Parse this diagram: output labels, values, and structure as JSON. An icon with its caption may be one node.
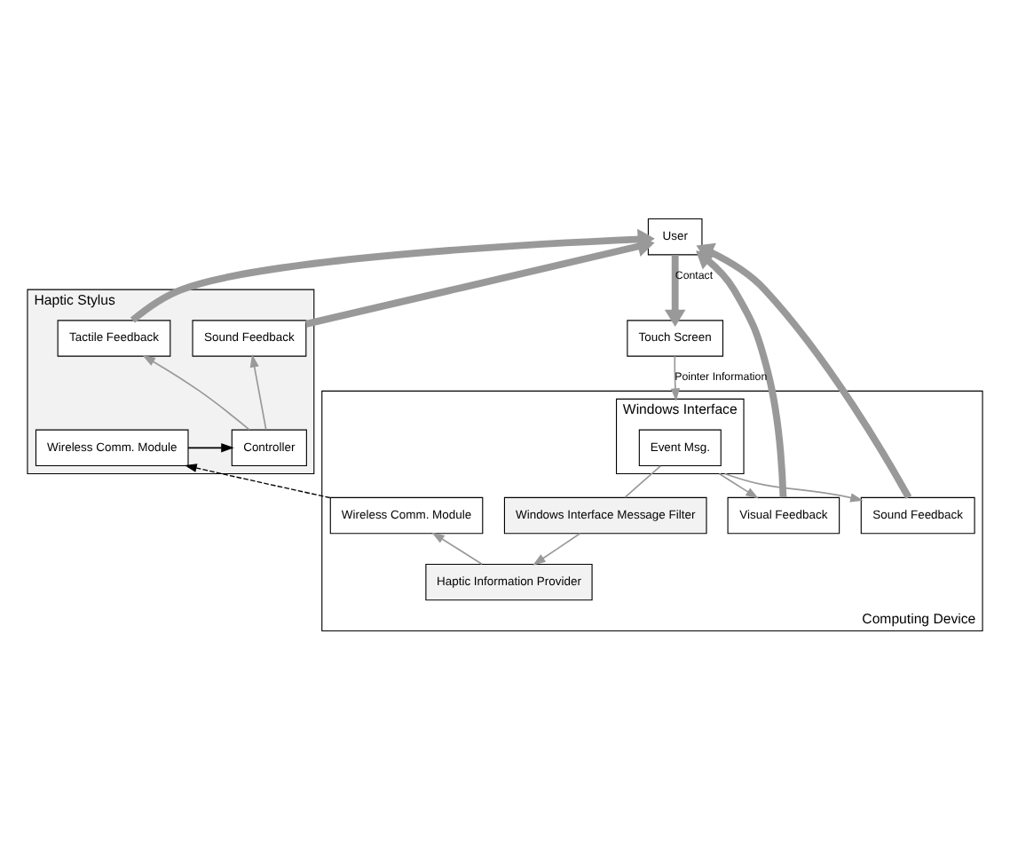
{
  "diagram": {
    "nodes": [
      {
        "text": [
          "User"
        ]
      },
      {
        "text": [
          "Haptic Stylus"
        ]
      },
      {
        "text": [
          "Tactile Feedback"
        ],
        "in": 1
      },
      {
        "text": [
          "Sound Feedback"
        ],
        "in": 1
      },
      {
        "text": [
          "Wireless Comm. Module"
        ],
        "in": 1
      },
      {
        "text": [
          "Controller"
        ],
        "in": 1
      },
      {
        "text": [
          "Touch Screen"
        ]
      },
      {
        "text": [
          "Computing Device"
        ]
      },
      {
        "text": [
          "Wireless Comm. Module"
        ],
        "in": 7
      },
      {
        "text": [
          "Windows Interface"
        ],
        "in": 7
      },
      {
        "text": [
          "Event Msg."
        ],
        "in": 9
      },
      {
        "text": [
          "Visual Feedback"
        ],
        "in": 7
      },
      {
        "text": [
          "Sound Feedback"
        ],
        "in": 7
      },
      {
        "text": [
          "Windows Interface Message Filter"
        ],
        "in": 7
      },
      {
        "text": [
          "Haptic Information Provider"
        ],
        "in": 7
      }
    ],
    "edges": [
      {
        "from": 0,
        "to": 6,
        "arrow": "to",
        "label": "Contact",
        "style": "thick"
      },
      {
        "from": 2,
        "to": 0,
        "arrow": "to",
        "style": "thick"
      },
      {
        "from": 3,
        "to": 0,
        "arrow": "to",
        "style": "thick"
      },
      {
        "from": 5,
        "to": 2,
        "arrow": "to"
      },
      {
        "from": 5,
        "to": 3,
        "arrow": "to"
      },
      {
        "from": 4,
        "to": 5,
        "arrow": "to",
        "color": "#000000"
      },
      {
        "from": 8,
        "to": 4,
        "arrow": "to",
        "style": "dashed",
        "color": "#000000"
      },
      {
        "from": 6,
        "to": 9,
        "arrow": "to",
        "label": "Pointer Information"
      },
      {
        "from": 11,
        "to": 0,
        "arrow": "to",
        "style": "thick"
      },
      {
        "from": 12,
        "to": 0,
        "arrow": "to",
        "style": "thick"
      },
      {
        "from": 9,
        "to": 11,
        "arrow": "to"
      },
      {
        "from": 9,
        "to": 12,
        "arrow": "to"
      },
      {
        "from": 10,
        "to": 13,
        "arrow": "none"
      },
      {
        "from": 13,
        "to": 14,
        "arrow": "to"
      },
      {
        "from": 14,
        "to": 8,
        "arrow": "to"
      }
    ]
  }
}
